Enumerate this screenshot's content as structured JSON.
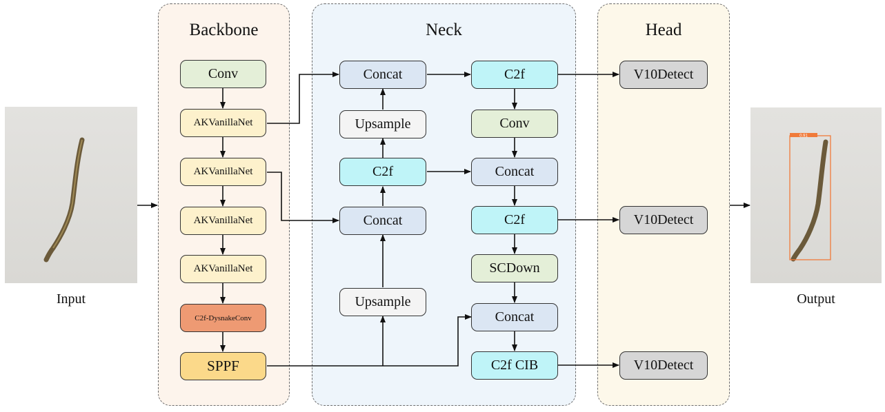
{
  "panels": {
    "backbone": "Backbone",
    "neck": "Neck",
    "head": "Head"
  },
  "labels": {
    "input": "Input",
    "output": "Output",
    "detection_tag": "0.91"
  },
  "backbone": {
    "conv": "Conv",
    "ak1": "AKVanillaNet",
    "ak2": "AKVanillaNet",
    "ak3": "AKVanillaNet",
    "ak4": "AKVanillaNet",
    "c2f_dysnake": "C2f-DysnakeConv",
    "sppf": "SPPF"
  },
  "neck": {
    "concat_top": "Concat",
    "upsample_top": "Upsample",
    "c2f_mid": "C2f",
    "concat_mid": "Concat",
    "upsample_bottom": "Upsample",
    "c2f_top": "C2f",
    "conv": "Conv",
    "concat_right": "Concat",
    "c2f_right": "C2f",
    "scdown": "SCDown",
    "concat_bottom": "Concat",
    "c2f_cib": "C2f CIB"
  },
  "head": {
    "detect1": "V10Detect",
    "detect2": "V10Detect",
    "detect3": "V10Detect"
  },
  "colors": {
    "backbone_bg": "#fdf4ec",
    "neck_bg": "#eef5fb",
    "head_bg": "#fdf8ea",
    "conv": "#e4efd8",
    "akvanillanet": "#fdf1cc",
    "c2f_dysnake": "#ee9a73",
    "sppf": "#fbd98a",
    "concat": "#dbe6f3",
    "upsample": "#f4f4f4",
    "c2f": "#bff4f8",
    "detect": "#d6d6d6",
    "bbox": "#f07a3a"
  }
}
